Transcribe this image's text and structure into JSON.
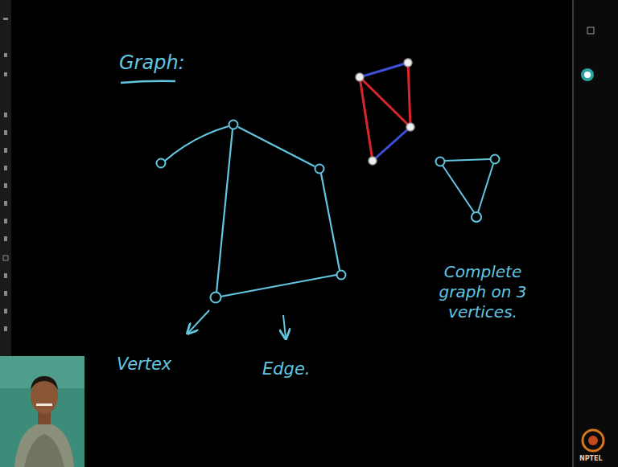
{
  "diagram": {
    "title": "Graph:",
    "labels": [
      "Vertex",
      "Edge.",
      "Complete graph on 3 vertices.",
      "NPTEL"
    ]
  }
}
